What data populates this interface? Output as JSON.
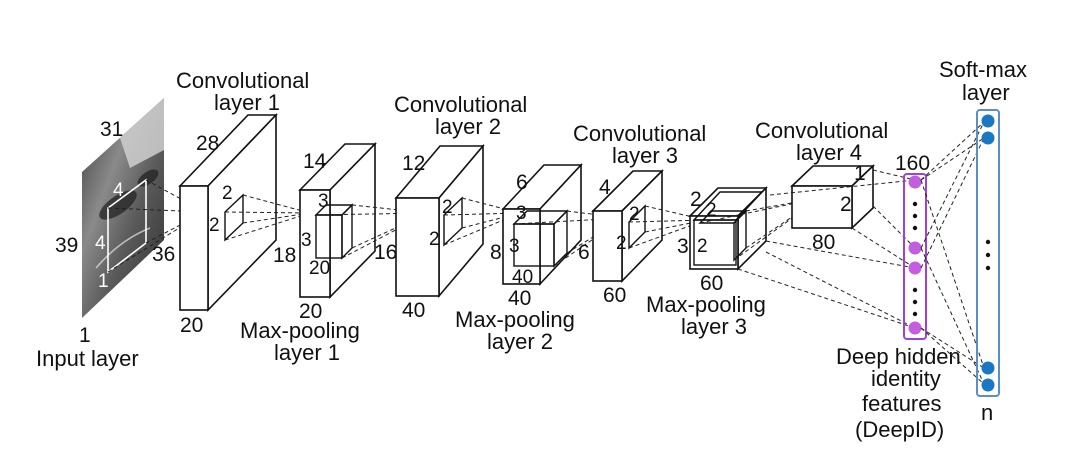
{
  "labels": {
    "input": "Input layer",
    "conv1_a": "Convolutional",
    "conv1_b": "layer 1",
    "conv2_a": "Convolutional",
    "conv2_b": "layer 2",
    "conv3_a": "Convolutional",
    "conv3_b": "layer 3",
    "conv4_a": "Convolutional",
    "conv4_b": "layer 4",
    "pool1_a": "Max-pooling",
    "pool1_b": "layer 1",
    "pool2_a": "Max-pooling",
    "pool2_b": "layer 2",
    "pool3_a": "Max-pooling",
    "pool3_b": "layer 3",
    "softmax_a": "Soft-max",
    "softmax_b": "layer",
    "deepid_a": "Deep hidden",
    "deepid_b": "identity",
    "deepid_c": "features",
    "deepid_d": "(DeepID)",
    "softmax_n": "n"
  },
  "dims": {
    "input_w": "31",
    "input_h": "39",
    "input_c": "1",
    "input_k1": "4",
    "input_k2": "4",
    "input_k3": "1",
    "c1_w": "28",
    "c1_h": "36",
    "c1_c": "20",
    "c1_k1": "2",
    "c1_k2": "2",
    "p1_w": "14",
    "p1_h": "18",
    "p1_c": "20",
    "p1_k1": "3",
    "p1_k2": "3",
    "p1_k3": "20",
    "c2_w": "12",
    "c2_h": "16",
    "c2_c": "40",
    "c2_k1": "2",
    "c2_k2": "2",
    "p2_w": "6",
    "p2_h": "8",
    "p2_c": "40",
    "p2_k1": "3",
    "p2_k2": "3",
    "p2_k3": "40",
    "c3_w": "4",
    "c3_h": "6",
    "c3_c": "60",
    "c3_k1": "2",
    "c3_k2": "2",
    "p3_w": "2",
    "p3_h": "3",
    "p3_c": "60",
    "p3_k1": "2",
    "p3_k2": "2",
    "c4_w": "1",
    "c4_h": "2",
    "c4_c": "80",
    "deepid_n": "160"
  },
  "ellipsis": "⋮",
  "colors": {
    "line": "#111111",
    "deepid_node": "#c45ee0",
    "deepid_border": "#a040d8",
    "softmax_node": "#1a78c2",
    "softmax_border": "#5a8fc0"
  }
}
